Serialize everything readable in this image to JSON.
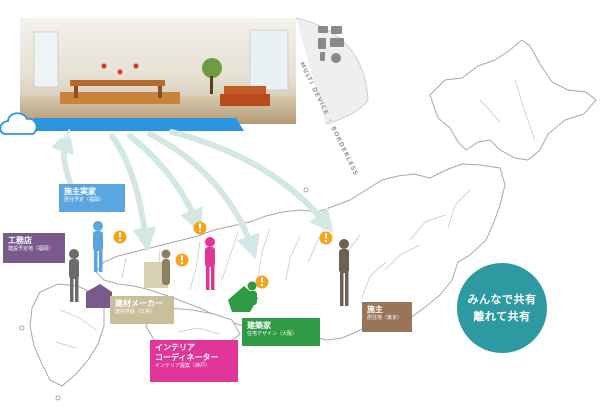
{
  "plan": {
    "title": "共有計画",
    "subtitle": "（クラウド）"
  },
  "arc_text": "MULTI DEVICE ・ BORDERLESS",
  "badge": {
    "line1": "みんなで共有",
    "line2": "離れて共有"
  },
  "roles": [
    {
      "id": "owner_family",
      "title": "施主実家",
      "location": "居住予定（福岡）",
      "color": "#5aa6e0"
    },
    {
      "id": "contractor",
      "title": "工務店",
      "location": "建設予定地（福岡）",
      "color": "#7a5a8c"
    },
    {
      "id": "material_maker",
      "title": "建材メーカー",
      "location": "建材供給（広島）",
      "color": "#c9bf9b"
    },
    {
      "id": "interior",
      "title": "インテリア\nコーディネーター",
      "location": "インテリア提案（神戸）",
      "color": "#e0369a"
    },
    {
      "id": "architect",
      "title": "建築家",
      "location": "住宅デザイン（大阪）",
      "color": "#2f9a46"
    },
    {
      "id": "owner",
      "title": "施主",
      "location": "居住地（東京）",
      "color": "#9a7458"
    }
  ],
  "colors": {
    "cloud_bar": "#2b95e0",
    "arrow": "#d9ebe8",
    "alert": "#f5a51c",
    "badge": "#2c9aa0",
    "map_line": "#aaaaaa"
  }
}
